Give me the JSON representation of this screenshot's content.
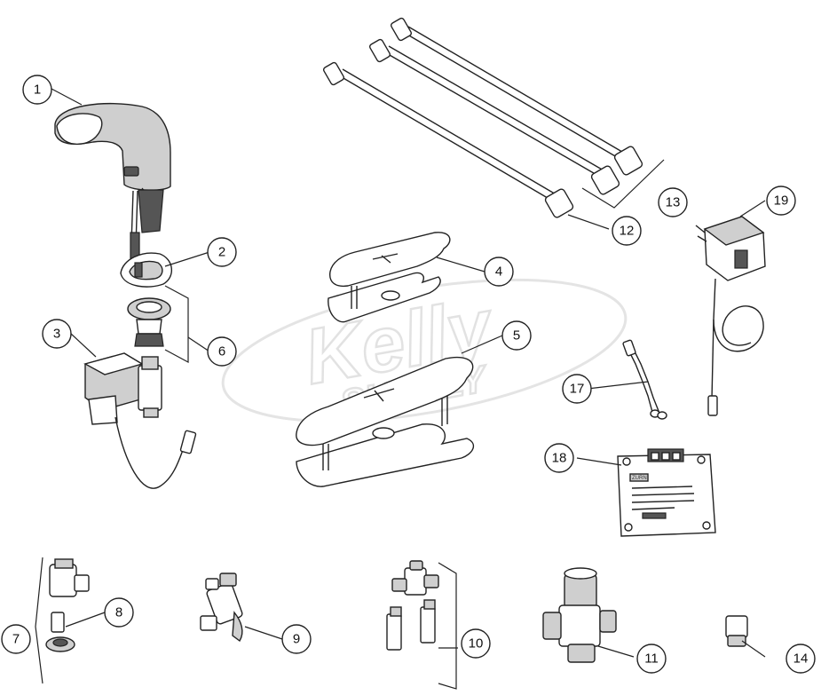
{
  "watermark": {
    "line1": "Kelly",
    "line2": "SUPPLY"
  },
  "callouts": [
    {
      "id": "1",
      "label": "1"
    },
    {
      "id": "2",
      "label": "2"
    },
    {
      "id": "3",
      "label": "3"
    },
    {
      "id": "4",
      "label": "4"
    },
    {
      "id": "5",
      "label": "5"
    },
    {
      "id": "6",
      "label": "6"
    },
    {
      "id": "7",
      "label": "7"
    },
    {
      "id": "8",
      "label": "8"
    },
    {
      "id": "9",
      "label": "9"
    },
    {
      "id": "10",
      "label": "10"
    },
    {
      "id": "11",
      "label": "11"
    },
    {
      "id": "12",
      "label": "12"
    },
    {
      "id": "13",
      "label": "13"
    },
    {
      "id": "14",
      "label": "14"
    },
    {
      "id": "17",
      "label": "17"
    },
    {
      "id": "18",
      "label": "18"
    },
    {
      "id": "19",
      "label": "19"
    }
  ],
  "control_box": {
    "brand": "ZURN"
  }
}
